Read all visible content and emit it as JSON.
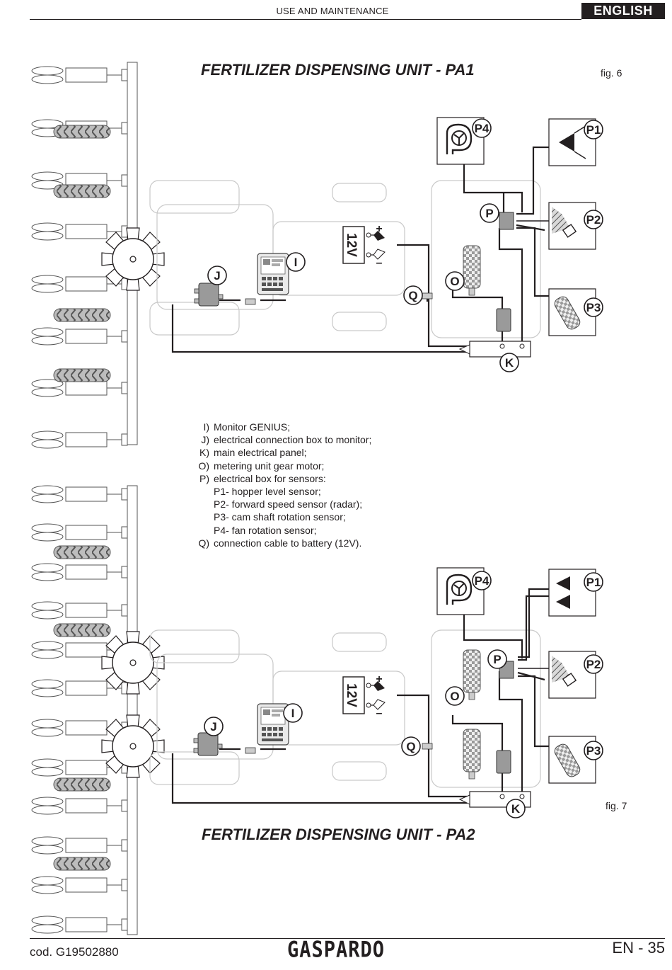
{
  "header": {
    "title": "USE AND MAINTENANCE",
    "language": "ENGLISH"
  },
  "figure1": {
    "title": "FERTILIZER DISPENSING UNIT - PA1",
    "fig_label": "fig. 6"
  },
  "figure2": {
    "title": "FERTILIZER DISPENSING UNIT - PA2",
    "fig_label": "fig. 7"
  },
  "callouts": {
    "I": "I",
    "J": "J",
    "K": "K",
    "O": "O",
    "P": "P",
    "Q": "Q",
    "P1": "P1",
    "P2": "P2",
    "P3": "P3",
    "P4": "P4",
    "battery": "12V",
    "plus": "+",
    "minus": "–"
  },
  "legend": {
    "I": {
      "key": "I)",
      "text": "Monitor GENIUS;"
    },
    "J": {
      "key": "J)",
      "text": "electrical connection box to monitor;"
    },
    "K": {
      "key": "K)",
      "text": "main electrical panel;"
    },
    "O": {
      "key": "O)",
      "text": "metering unit gear motor;"
    },
    "P": {
      "key": "P)",
      "text": "electrical box for sensors:"
    },
    "P1": "P1- hopper level sensor;",
    "P2": "P2- forward speed sensor (radar);",
    "P3": "P3- cam shaft rotation sensor;",
    "P4": "P4- fan rotation sensor;",
    "Q": {
      "key": "Q)",
      "text": "connection cable to battery (12V)."
    }
  },
  "footer": {
    "code": "cod.  G19502880",
    "brand": "GASPARDO",
    "page": "EN - 35"
  }
}
